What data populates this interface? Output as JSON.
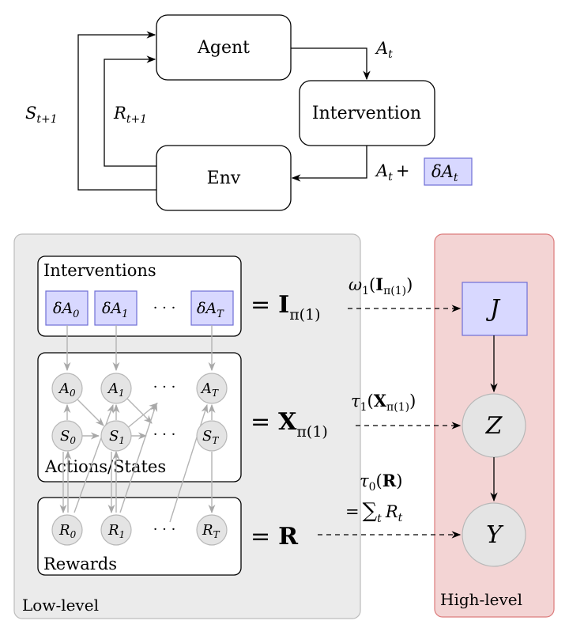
{
  "top": {
    "agent": "Agent",
    "intervention": "Intervention",
    "env": "Env",
    "action": "A",
    "action_sub": "t",
    "action_plus": "A",
    "action_plus_sub": "t",
    "plus": "+",
    "delta_action": "δA",
    "delta_action_sub": "t",
    "state": "S",
    "state_sub": "t+1",
    "reward": "R",
    "reward_sub": "t+1"
  },
  "low": {
    "panel_label": "Low-level",
    "interventions_title": "Interventions",
    "actions_states_title": "Actions/States",
    "rewards_title": "Rewards",
    "dots": "· · ·",
    "interventions": [
      {
        "base": "δA",
        "sub": "0"
      },
      {
        "base": "δA",
        "sub": "1"
      },
      {
        "base": "δA",
        "sub": "T"
      }
    ],
    "actions": [
      {
        "base": "A",
        "sub": "0"
      },
      {
        "base": "A",
        "sub": "1"
      },
      {
        "base": "A",
        "sub": "T"
      }
    ],
    "states": [
      {
        "base": "S",
        "sub": "0"
      },
      {
        "base": "S",
        "sub": "1"
      },
      {
        "base": "S",
        "sub": "T"
      }
    ],
    "rewards": [
      {
        "base": "R",
        "sub": "0"
      },
      {
        "base": "R",
        "sub": "1"
      },
      {
        "base": "R",
        "sub": "T"
      }
    ],
    "eq_I": {
      "lhs": "=",
      "sym": "I",
      "sub": "π(1)"
    },
    "eq_X": {
      "lhs": "=",
      "sym": "X",
      "sub": "π(1)"
    },
    "eq_R": {
      "lhs": "=",
      "sym": "R"
    }
  },
  "maps": {
    "omega": {
      "fn": "ω",
      "fn_sub": "1",
      "arg": "I",
      "arg_sub": "π(1)"
    },
    "tau1": {
      "fn": "τ",
      "fn_sub": "1",
      "arg": "X",
      "arg_sub": "π(1)"
    },
    "tau0": {
      "fn": "τ",
      "fn_sub": "0",
      "arg": "R",
      "eq": "=",
      "sum": "∑",
      "sum_sub": "t",
      "term": "R",
      "term_sub": "t"
    }
  },
  "high": {
    "panel_label": "High-level",
    "J": "J",
    "Z": "Z",
    "Y": "Y"
  }
}
